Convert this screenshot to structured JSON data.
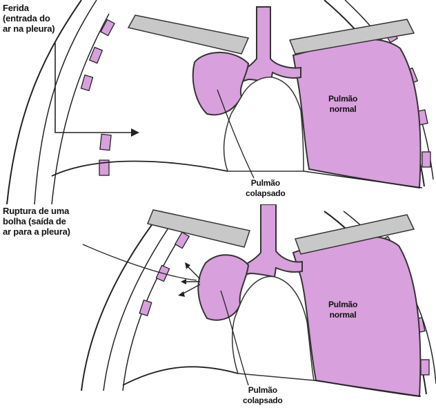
{
  "colors": {
    "lung": "#d8a0dc",
    "lung_stroke": "#3a3a3a",
    "clavicle": "#c8c8c8",
    "rib_fill": "#d8a0dc",
    "outline": "#222222",
    "background": "#ffffff"
  },
  "top_panel": {
    "annotation_lines": [
      "Ferida",
      "(entrada do",
      "ar na pleura)"
    ],
    "normal_lung_lines": [
      "Pulmão",
      "normal"
    ],
    "collapsed_lung_lines": [
      "Pulmão",
      "colapsado"
    ]
  },
  "bottom_panel": {
    "annotation_lines": [
      "Ruptura de uma",
      "bolha (saída de",
      "ar para a pleura)"
    ],
    "normal_lung_lines": [
      "Pulmão",
      "normal"
    ],
    "collapsed_lung_lines": [
      "Pulmão",
      "colapsado"
    ]
  }
}
